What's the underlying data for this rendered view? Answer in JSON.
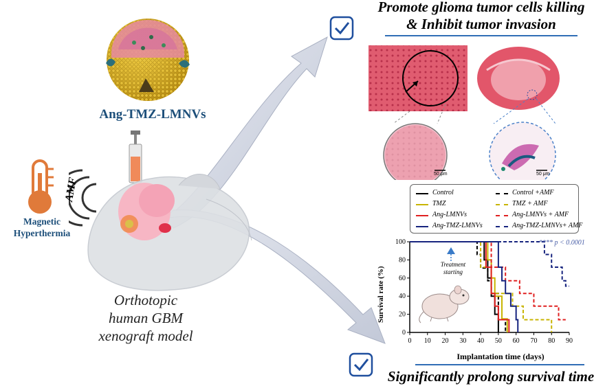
{
  "top_heading": {
    "line1": "Promote glioma tumor cells killing",
    "line2": "& Inhibit tumor invasion"
  },
  "bottom_heading": "Significantly prolong survival time",
  "nanoparticle_label": "Ang-TMZ-LMNVs",
  "amf_label": "AMF",
  "hyperthermia_label": {
    "line1": "Magnetic",
    "line2": "Hyperthermia"
  },
  "model_caption": {
    "line1": "Orthotopic",
    "line2": "human GBM",
    "line3": "xenograft model"
  },
  "histology": {
    "scale_left": "50 μm",
    "scale_right": "50 μm"
  },
  "treatment_label": {
    "line1": "Treatment",
    "line2": "starting"
  },
  "legend": [
    {
      "label": "Control",
      "color": "#000000",
      "dashed": false
    },
    {
      "label": "Control +AMF",
      "color": "#000000",
      "dashed": true
    },
    {
      "label": "TMZ",
      "color": "#c8b400",
      "dashed": false
    },
    {
      "label": "TMZ + AMF",
      "color": "#c8b400",
      "dashed": true
    },
    {
      "label": "Ang-LMNVs",
      "color": "#e02020",
      "dashed": false
    },
    {
      "label": "Ang-LMNVs + AMF",
      "color": "#e02020",
      "dashed": true
    },
    {
      "label": "Ang-TMZ-LMNVs",
      "color": "#16237e",
      "dashed": false
    },
    {
      "label": "Ang-TMZ-LMNVs+ AMF",
      "color": "#16237e",
      "dashed": true
    }
  ],
  "chart_data": {
    "type": "line",
    "xlabel": "Implantation time (days)",
    "ylabel": "Survival rate (%)",
    "xlim": [
      0,
      90
    ],
    "ylim": [
      0,
      100
    ],
    "xticks": [
      0,
      10,
      20,
      30,
      40,
      50,
      60,
      70,
      80,
      90
    ],
    "yticks": [
      0,
      20,
      40,
      60,
      80,
      100
    ],
    "annotation": "**** p < 0.0001",
    "series": [
      {
        "name": "Control",
        "color": "#000000",
        "dashed": false,
        "x": [
          0,
          42,
          44,
          46,
          48,
          50
        ],
        "y": [
          100,
          80,
          60,
          40,
          20,
          0
        ]
      },
      {
        "name": "Control +AMF",
        "color": "#000000",
        "dashed": true,
        "x": [
          0,
          38,
          40,
          44,
          46,
          50,
          54
        ],
        "y": [
          100,
          86,
          71,
          57,
          43,
          14,
          0
        ]
      },
      {
        "name": "TMZ",
        "color": "#c8b400",
        "dashed": false,
        "x": [
          0,
          44,
          46,
          48,
          52,
          55
        ],
        "y": [
          100,
          80,
          60,
          40,
          15,
          0
        ]
      },
      {
        "name": "TMZ + AMF",
        "color": "#c8b400",
        "dashed": true,
        "x": [
          0,
          40,
          46,
          56,
          58,
          64,
          80
        ],
        "y": [
          100,
          72,
          43,
          43,
          29,
          14,
          0
        ]
      },
      {
        "name": "Ang-LMNVs",
        "color": "#e02020",
        "dashed": false,
        "x": [
          0,
          43,
          46,
          48,
          50,
          52,
          56
        ],
        "y": [
          100,
          72,
          43,
          29,
          14,
          14,
          0
        ]
      },
      {
        "name": "Ang-LMNVs + AMF",
        "color": "#e02020",
        "dashed": true,
        "x": [
          0,
          46,
          54,
          62,
          70,
          84,
          88
        ],
        "y": [
          100,
          72,
          57,
          43,
          29,
          14,
          14
        ]
      },
      {
        "name": "Ang-TMZ-LMNVs",
        "color": "#16237e",
        "dashed": false,
        "x": [
          0,
          50,
          52,
          54,
          57,
          60,
          61
        ],
        "y": [
          100,
          72,
          57,
          43,
          29,
          14,
          0
        ]
      },
      {
        "name": "Ang-TMZ-LMNVs+ AMF",
        "color": "#16237e",
        "dashed": true,
        "x": [
          0,
          76,
          80,
          84,
          86,
          88,
          90
        ],
        "y": [
          100,
          86,
          72,
          72,
          57,
          51,
          51
        ]
      }
    ]
  }
}
